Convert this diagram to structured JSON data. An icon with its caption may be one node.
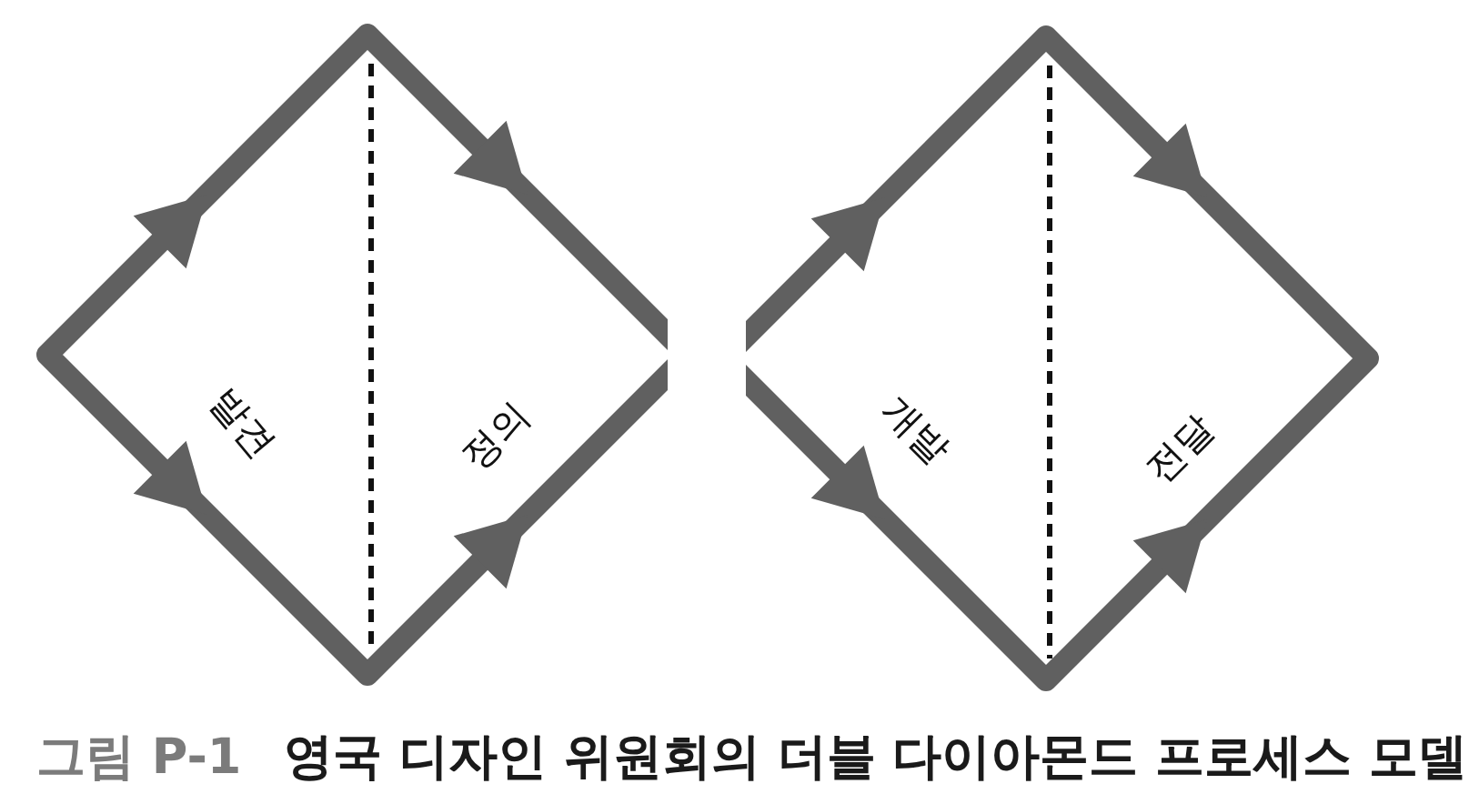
{
  "diagram": {
    "nodes": [
      {
        "text": [
          "발견",
          "정의"
        ]
      },
      {
        "text": [
          "개발",
          "전달"
        ]
      }
    ],
    "caption": "**그림 P-1** 영국 디자인 위원회의 더블 다이아몬드 프로세스 모델"
  }
}
